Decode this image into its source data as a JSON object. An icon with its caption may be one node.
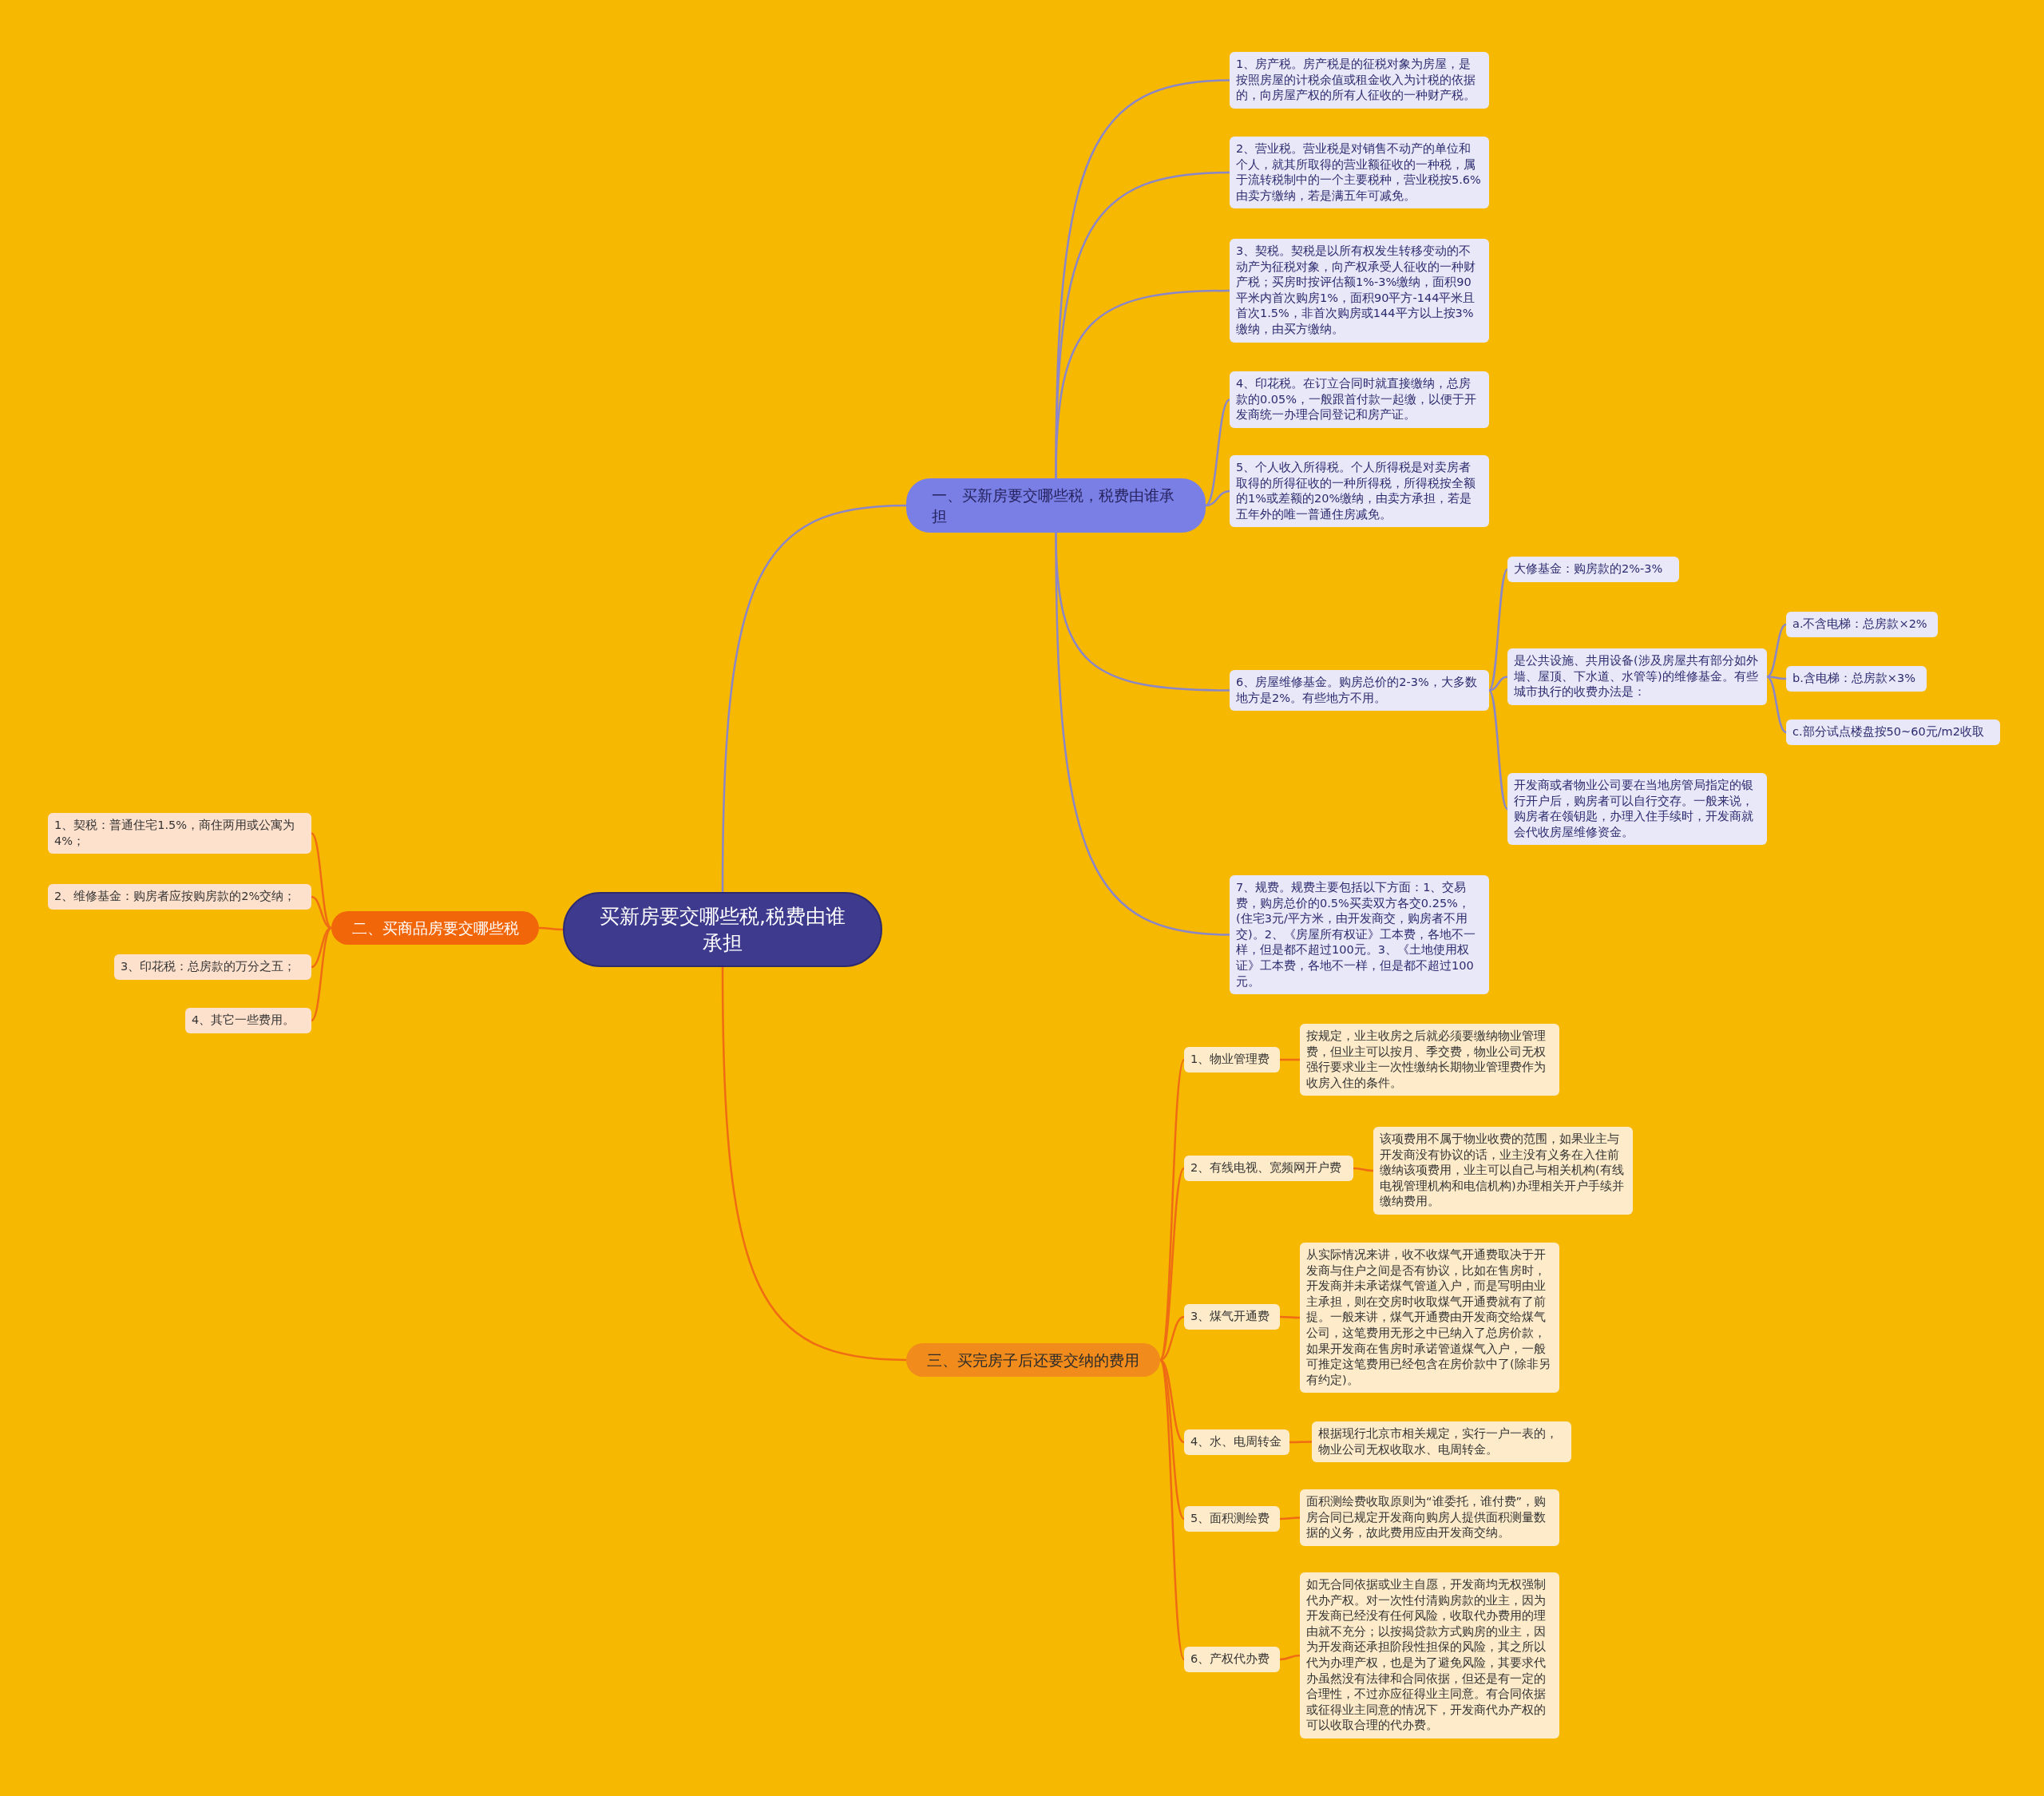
{
  "diagram": {
    "nodes": [
      {
        "text": [
          "买新房要交哪些税,税费由谁承担"
        ]
      },
      {
        "text": [
          "一、买新房要交哪些税，税费由谁承担"
        ]
      },
      {
        "text": [
          "1、房产税。房产税是的征税对象为房屋，是按照房屋的计税余值或租金收入为计税的依据的，向房屋产权的所有人征收的一种财产税。"
        ]
      },
      {
        "text": [
          "2、营业税。营业税是对销售不动产的单位和个人，就其所取得的营业额征收的一种税，属于流转税制中的一个主要税种，营业税按5.6%由卖方缴纳，若是满五年可减免。"
        ]
      },
      {
        "text": [
          "3、契税。契税是以所有权发生转移变动的不动产为征税对象，向产权承受人征收的一种财产税；买房时按评估额1%-3%缴纳，面积90平米内首次购房1%，面积90平方-144平米且首次1.5%，非首次购房或144平方以上按3%缴纳，由买方缴纳。"
        ]
      },
      {
        "text": [
          "4、印花税。在订立合同时就直接缴纳，总房款的0.05%，一般跟首付款一起缴，以便于开发商统一办理合同登记和房产证。"
        ]
      },
      {
        "text": [
          "5、个人收入所得税。个人所得税是对卖房者取得的所得征收的一种所得税，所得税按全额的1%或差额的20%缴纳，由卖方承担，若是五年外的唯一普通住房减免。"
        ]
      },
      {
        "text": [
          "6、房屋维修基金。购房总价的2-3%，大多数地方是2%。有些地方不用。"
        ]
      },
      {
        "text": [
          "大修基金：购房款的2%-3%"
        ]
      },
      {
        "text": [
          "是公共设施、共用设备(涉及房屋共有部分如外墙、屋顶、下水道、水管等)的维修基金。有些城市执行的收费办法是："
        ]
      },
      {
        "text": [
          "a.不含电梯：总房款×2%"
        ]
      },
      {
        "text": [
          "b.含电梯：总房款×3%"
        ]
      },
      {
        "text": [
          "c.部分试点楼盘按50~60元/m2收取"
        ]
      },
      {
        "text": [
          "开发商或者物业公司要在当地房管局指定的银行开户后，购房者可以自行交存。一般来说，购房者在领钥匙，办理入住手续时，开发商就会代收房屋维修资金。"
        ]
      },
      {
        "text": [
          "7、规费。规费主要包括以下方面：1、交易费，购房总价的0.5%买卖双方各交0.25%，(住宅3元/平方米，由开发商交，购房者不用交)。2、《房屋所有权证》工本费，各地不一样，但是都不超过100元。3、《土地使用权证》工本费，各地不一样，但是都不超过100元。"
        ]
      },
      {
        "text": [
          "二、买商品房要交哪些税"
        ]
      },
      {
        "text": [
          "1、契税：普通住宅1.5%，商住两用或公寓为4%；"
        ]
      },
      {
        "text": [
          "2、维修基金：购房者应按购房款的2%交纳；"
        ]
      },
      {
        "text": [
          "3、印花税：总房款的万分之五；"
        ]
      },
      {
        "text": [
          "4、其它一些费用。"
        ]
      },
      {
        "text": [
          "三、买完房子后还要交纳的费用"
        ]
      },
      {
        "text": [
          "1、物业管理费"
        ]
      },
      {
        "text": [
          "按规定，业主收房之后就必须要缴纳物业管理费，但业主可以按月、季交费，物业公司无权强行要求业主一次性缴纳长期物业管理费作为收房入住的条件。"
        ]
      },
      {
        "text": [
          "2、有线电视、宽频网开户费"
        ]
      },
      {
        "text": [
          "该项费用不属于物业收费的范围，如果业主与开发商没有协议的话，业主没有义务在入住前缴纳该项费用，业主可以自己与相关机构(有线电视管理机构和电信机构)办理相关开户手续并缴纳费用。"
        ]
      },
      {
        "text": [
          "3、煤气开通费"
        ]
      },
      {
        "text": [
          "从实际情况来讲，收不收煤气开通费取决于开发商与住户之间是否有协议，比如在售房时，开发商并未承诺煤气管道入户，而是写明由业主承担，则在交房时收取煤气开通费就有了前提。一般来讲，煤气开通费由开发商交给煤气公司，这笔费用无形之中已纳入了总房价款，如果开发商在售房时承诺管道煤气入户，一般可推定这笔费用已经包含在房价款中了(除非另有约定)。"
        ]
      },
      {
        "text": [
          "4、水、电周转金"
        ]
      },
      {
        "text": [
          "根据现行北京市相关规定，实行一户一表的，物业公司无权收取水、电周转金。"
        ]
      },
      {
        "text": [
          "5、面积测绘费"
        ]
      },
      {
        "text": [
          "面积测绘费收取原则为“谁委托，谁付费”，购房合同已规定开发商向购房人提供面积测量数据的义务，故此费用应由开发商交纳。"
        ]
      },
      {
        "text": [
          "6、产权代办费"
        ]
      },
      {
        "text": [
          "如无合同依据或业主自愿，开发商均无权强制代办产权。对一次性付清购房款的业主，因为开发商已经没有任何风险，收取代办费用的理由就不充分；以按揭贷款方式购房的业主，因为开发商还承担阶段性担保的风险，其之所以代为办理产权，也是为了避免风险，其要求代办虽然没有法律和合同依据，但还是有一定的合理性，不过亦应征得业主同意。有合同依据或征得业主同意的情况下，开发商代办产权的可以收取合理的代办费。"
        ]
      }
    ],
    "edges": [
      {
        "from": 0,
        "to": 1,
        "arrow": "none",
        "color": "#8b86c8"
      },
      {
        "from": 1,
        "to": 2,
        "arrow": "none",
        "color": "#8b86c8"
      },
      {
        "from": 1,
        "to": 3,
        "arrow": "none",
        "color": "#8b86c8"
      },
      {
        "from": 1,
        "to": 4,
        "arrow": "none",
        "color": "#8b86c8"
      },
      {
        "from": 1,
        "to": 5,
        "arrow": "none",
        "color": "#8b86c8"
      },
      {
        "from": 1,
        "to": 6,
        "arrow": "none",
        "color": "#8b86c8"
      },
      {
        "from": 1,
        "to": 7,
        "arrow": "none",
        "color": "#8b86c8"
      },
      {
        "from": 7,
        "to": 8,
        "arrow": "none",
        "color": "#8b86c8"
      },
      {
        "from": 7,
        "to": 9,
        "arrow": "none",
        "color": "#8b86c8"
      },
      {
        "from": 9,
        "to": 10,
        "arrow": "none",
        "color": "#8b86c8"
      },
      {
        "from": 9,
        "to": 11,
        "arrow": "none",
        "color": "#8b86c8"
      },
      {
        "from": 9,
        "to": 12,
        "arrow": "none",
        "color": "#8b86c8"
      },
      {
        "from": 7,
        "to": 13,
        "arrow": "none",
        "color": "#8b86c8"
      },
      {
        "from": 1,
        "to": 14,
        "arrow": "none",
        "color": "#8b86c8"
      },
      {
        "from": 0,
        "to": 15,
        "arrow": "none"
      },
      {
        "from": 15,
        "to": 16,
        "arrow": "none"
      },
      {
        "from": 15,
        "to": 17,
        "arrow": "none"
      },
      {
        "from": 15,
        "to": 18,
        "arrow": "none"
      },
      {
        "from": 15,
        "to": 19,
        "arrow": "none"
      },
      {
        "from": 0,
        "to": 20,
        "arrow": "none"
      },
      {
        "from": 20,
        "to": 21,
        "arrow": "none"
      },
      {
        "from": 21,
        "to": 22,
        "arrow": "none"
      },
      {
        "from": 20,
        "to": 23,
        "arrow": "none"
      },
      {
        "from": 23,
        "to": 24,
        "arrow": "none"
      },
      {
        "from": 20,
        "to": 25,
        "arrow": "none"
      },
      {
        "from": 25,
        "to": 26,
        "arrow": "none"
      },
      {
        "from": 20,
        "to": 27,
        "arrow": "none"
      },
      {
        "from": 27,
        "to": 28,
        "arrow": "none"
      },
      {
        "from": 20,
        "to": 29,
        "arrow": "none"
      },
      {
        "from": 29,
        "to": 30,
        "arrow": "none"
      },
      {
        "from": 20,
        "to": 31,
        "arrow": "none"
      },
      {
        "from": 31,
        "to": 32,
        "arrow": "none"
      }
    ]
  }
}
